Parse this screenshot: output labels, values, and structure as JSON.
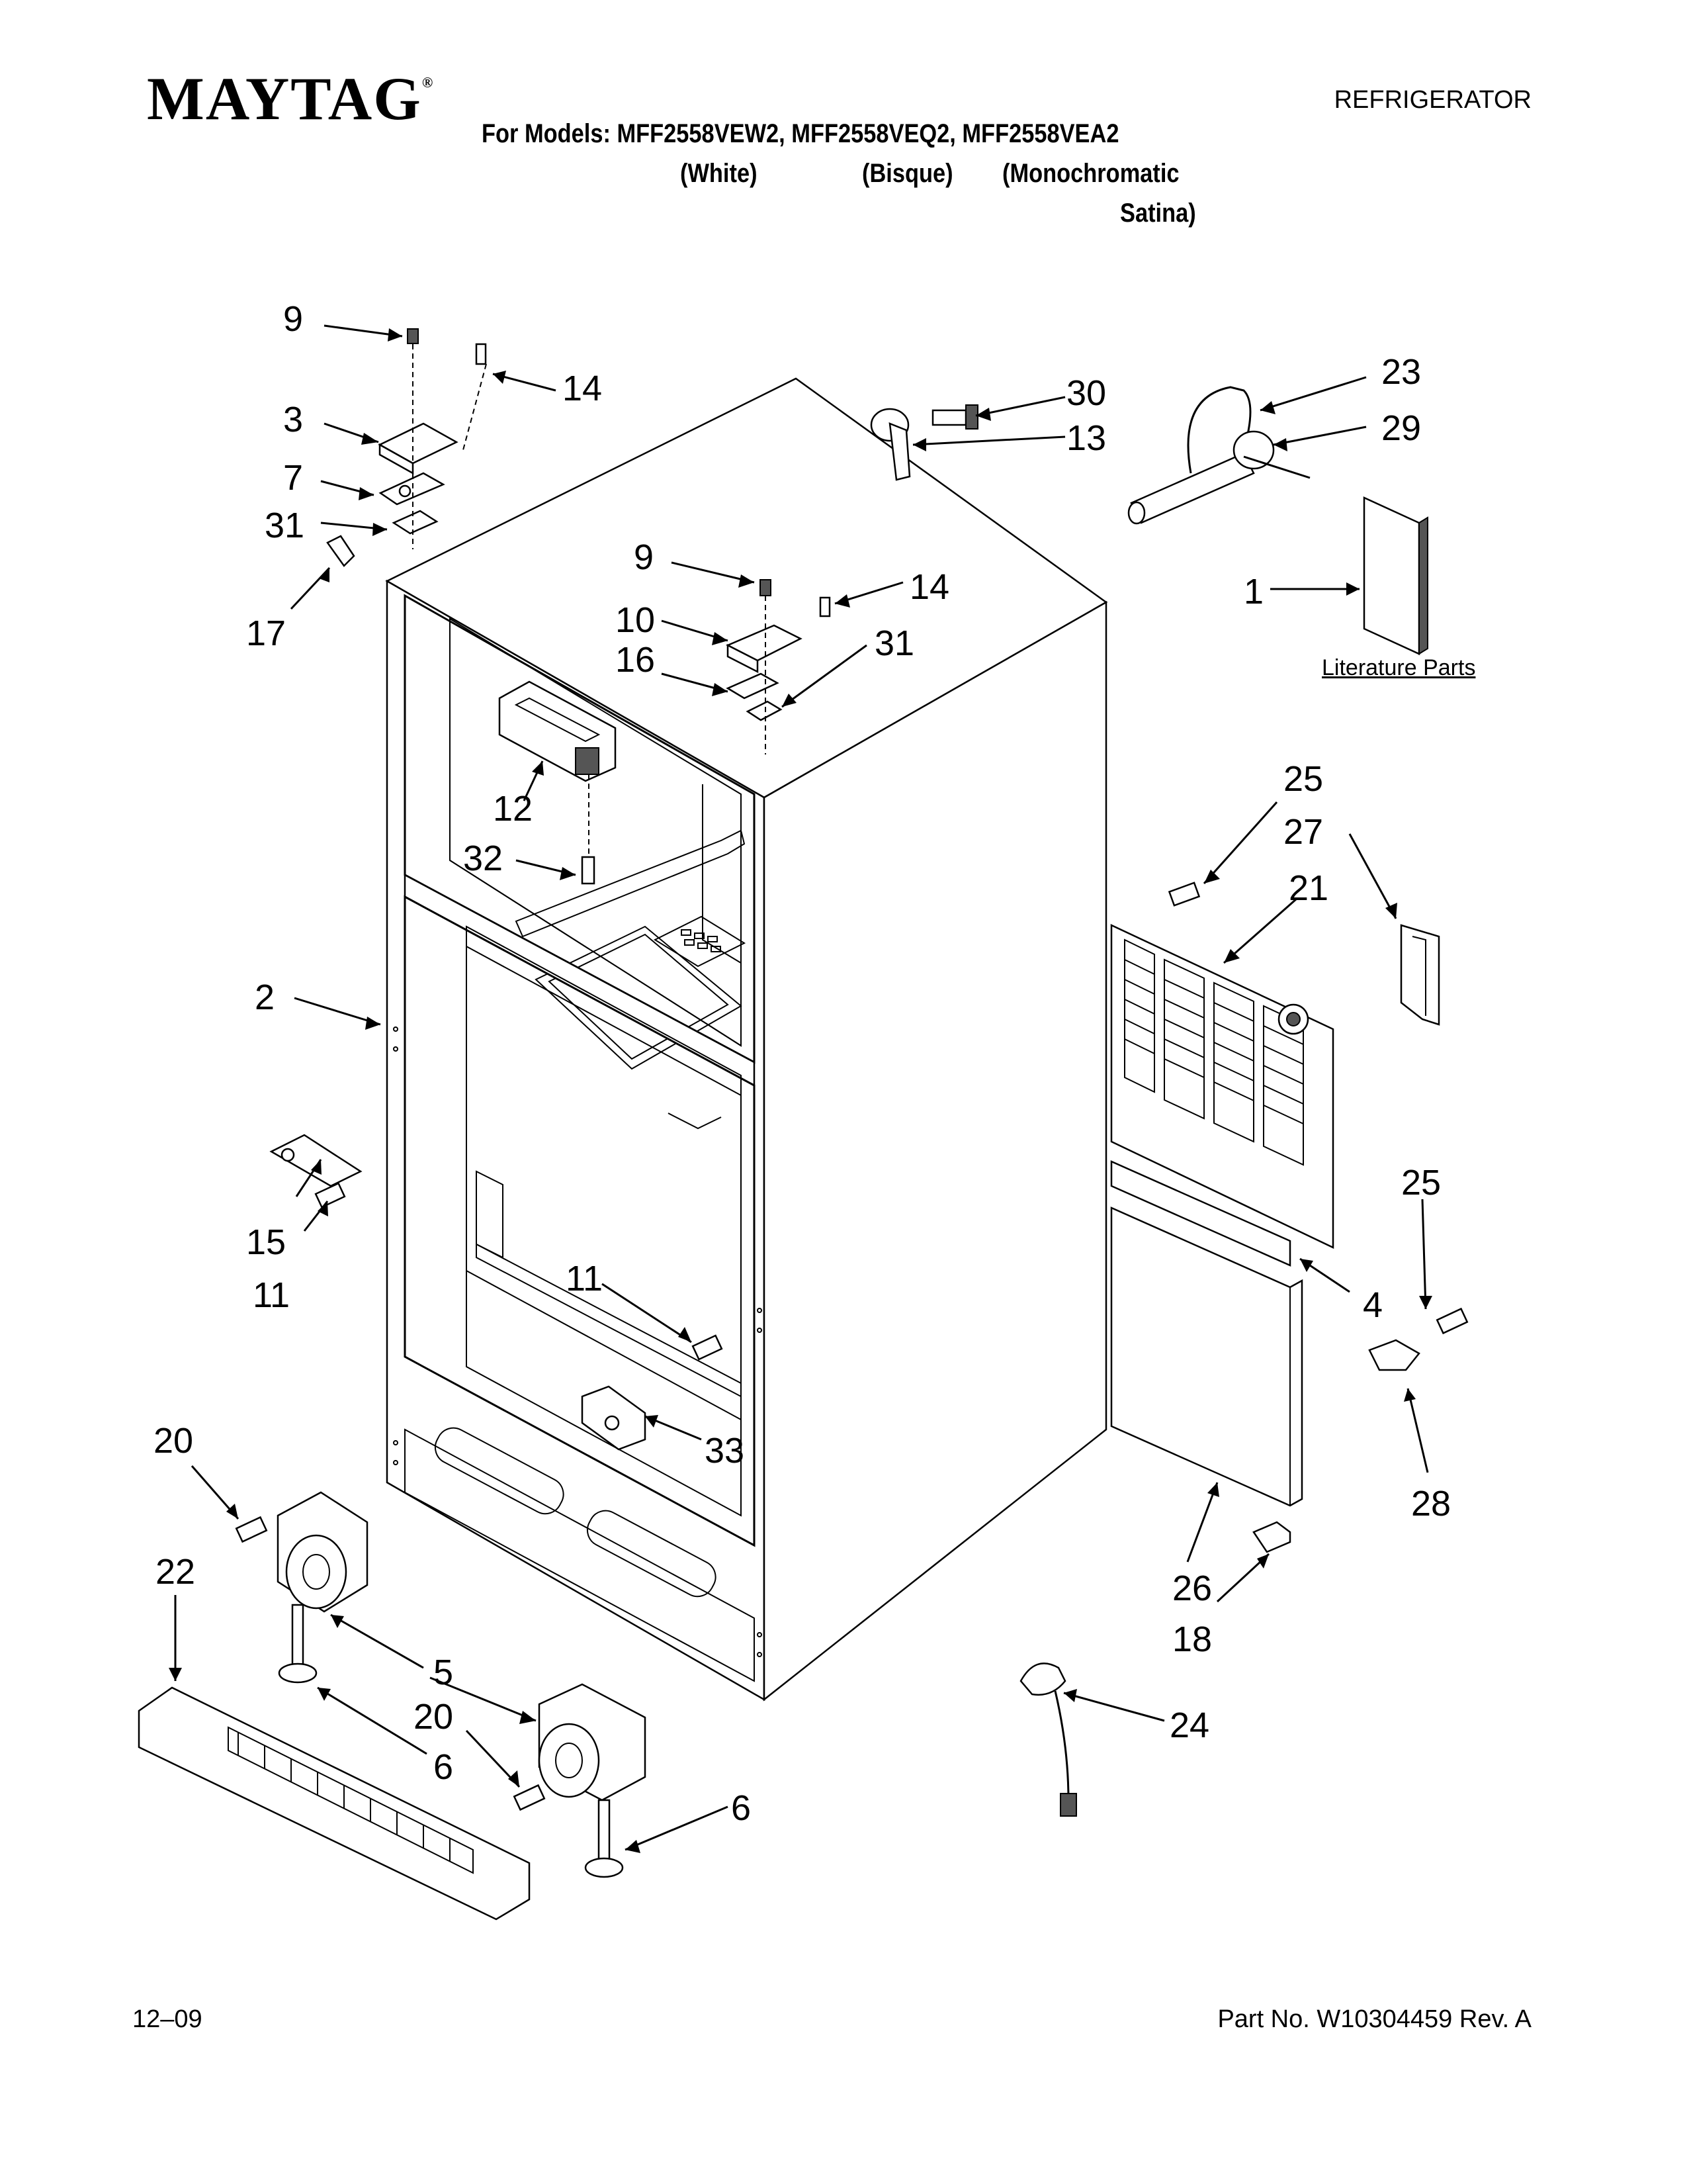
{
  "header": {
    "brand": "MAYTAG",
    "brand_mark": "®",
    "doc_type": "REFRIGERATOR",
    "models_line": "For Models: MFF2558VEW2, MFF2558VEQ2, MFF2558VEA2",
    "color_white": "(White)",
    "color_bisque": "(Bisque)",
    "color_mono": "(Monochromatic",
    "color_mono2": "Satina)"
  },
  "diagram": {
    "literature_label": "Literature Parts",
    "callouts": [
      "9",
      "14",
      "3",
      "7",
      "31",
      "17",
      "30",
      "13",
      "23",
      "29",
      "1",
      "9",
      "14",
      "10",
      "31",
      "16",
      "12",
      "32",
      "25",
      "27",
      "21",
      "2",
      "15",
      "11",
      "11",
      "25",
      "4",
      "33",
      "28",
      "20",
      "26",
      "18",
      "22",
      "5",
      "20",
      "6",
      "24",
      "6"
    ]
  },
  "footer": {
    "date": "12–09",
    "part_no": "Part No. W10304459 Rev. A"
  }
}
